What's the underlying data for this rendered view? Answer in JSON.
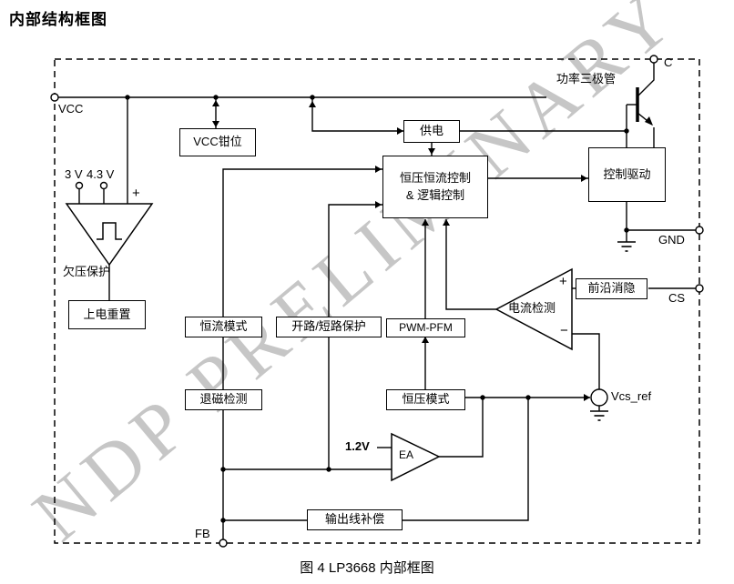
{
  "page": {
    "title": "内部结构框图",
    "caption": "图 4  LP3668 内部框图",
    "watermark": "NDP PRELIMINARY"
  },
  "blocks": {
    "vcc_clamp": "VCC钳位",
    "supply": "供电",
    "cvcc_logic": "恒压恒流控制\n& 逻辑控制",
    "control_drive": "控制驱动",
    "power_on_reset": "上电重置",
    "cc_mode": "恒流模式",
    "open_short_protect": "开路/短路保护",
    "pwm_pfm": "PWM-PFM",
    "leading_edge_blanking": "前沿消隐",
    "demag_detect": "退磁检测",
    "cv_mode": "恒压模式",
    "output_line_comp": "输出线补偿"
  },
  "labels": {
    "vcc": "VCC",
    "c": "C",
    "gnd": "GND",
    "cs": "CS",
    "fb": "FB",
    "v3": "3 V",
    "v43": "4.3 V",
    "plus": "+",
    "minus": "−",
    "uvlo": "欠压保护",
    "power_transistor": "功率三极管",
    "current_detect": "电流检测",
    "ea": "EA",
    "ref_1v2": "1.2V",
    "vcs_ref": "Vcs_ref"
  },
  "colors": {
    "line": "#000000",
    "watermark": "#c6c6c6",
    "background": "#ffffff"
  }
}
